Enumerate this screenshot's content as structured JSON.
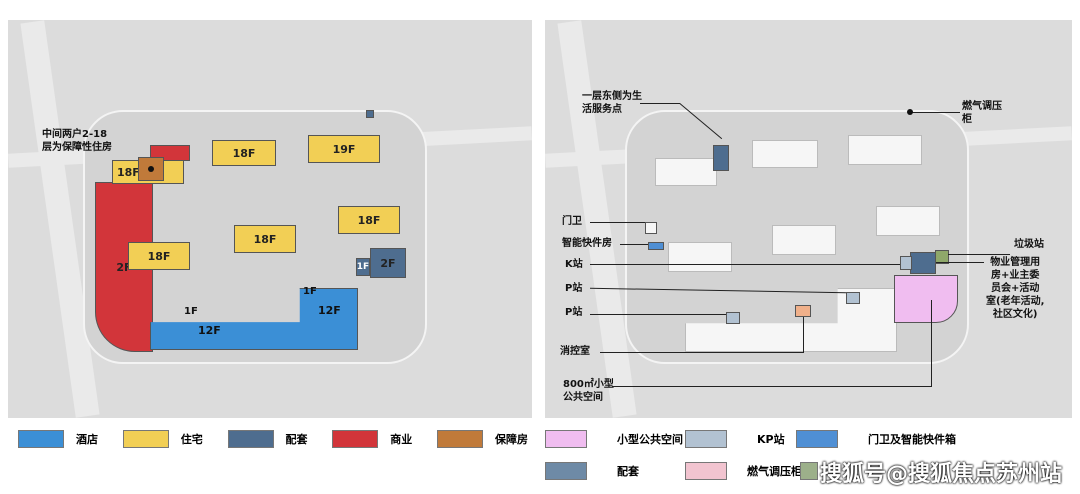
{
  "left_plan": {
    "annotation": "中间两户2-18\n层为保障性住房",
    "buildings": {
      "res1": "18F",
      "res2": "18F",
      "res3": "19F",
      "res4": "18F",
      "res5": "18F",
      "res6": "18F",
      "commercial": "2F",
      "support": "2F",
      "support_small": "1F",
      "hotel": "12F",
      "hotel_wing": "12F",
      "low1": "1F",
      "low2": "1F"
    }
  },
  "right_plan": {
    "labels": {
      "service": "一层东侧为生\n活服务点",
      "gas": "燃气调压\n柜",
      "guard": "门卫",
      "locker": "智能快件房",
      "k": "K站",
      "p1": "P站",
      "p2": "P站",
      "fire": "消控室",
      "space": "800㎡小型\n公共空间",
      "garbage": "垃圾站",
      "property": "物业管理用\n房+业主委\n员会+活动\n室(老年活动,\n社区文化)"
    }
  },
  "legend_left": [
    {
      "label": "酒店",
      "color": "#3b8fd6"
    },
    {
      "label": "住宅",
      "color": "#f2cf55"
    },
    {
      "label": "配套",
      "color": "#4e6d8f"
    },
    {
      "label": "商业",
      "color": "#d2353a"
    },
    {
      "label": "保障房",
      "color": "#c07a3a"
    }
  ],
  "legend_right": [
    {
      "label": "小型公共空间",
      "color": "#f0bdf0"
    },
    {
      "label": "KP站",
      "color": "#b2c2d2"
    },
    {
      "label": "门卫及智能快件箱",
      "color": "#4f8fd4"
    },
    {
      "label": "配套",
      "color": "#6e8aa6"
    },
    {
      "label": "燃气调压柜",
      "color": "#f2c4d0"
    }
  ],
  "watermark": "搜狐号@搜狐焦点苏州站"
}
